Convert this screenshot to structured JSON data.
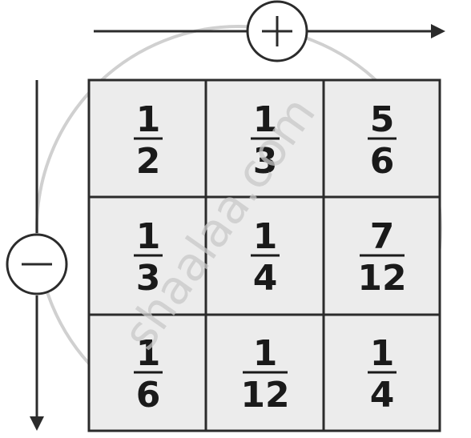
{
  "watermark": "shaalaa.com",
  "colors": {
    "ink": "#2b2b2b",
    "cell_fill": "#ececec",
    "watermark": "#cccccc"
  },
  "icons": {
    "horizontal": "plus-circle-icon",
    "vertical": "minus-circle-icon"
  },
  "grid": [
    [
      {
        "numerator": "1",
        "denominator": "2"
      },
      {
        "numerator": "1",
        "denominator": "3"
      },
      {
        "numerator": "5",
        "denominator": "6"
      }
    ],
    [
      {
        "numerator": "1",
        "denominator": "3"
      },
      {
        "numerator": "1",
        "denominator": "4"
      },
      {
        "numerator": "7",
        "denominator": "12"
      }
    ],
    [
      {
        "numerator": "1",
        "denominator": "6"
      },
      {
        "numerator": "1",
        "denominator": "12"
      },
      {
        "numerator": "1",
        "denominator": "4"
      }
    ]
  ]
}
